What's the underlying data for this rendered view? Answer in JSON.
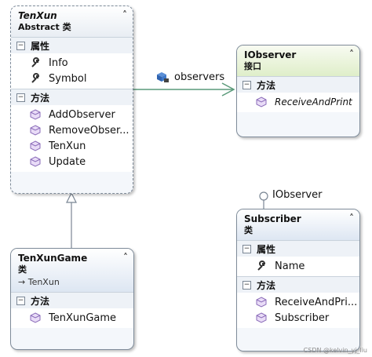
{
  "tenxun": {
    "title": "TenXun",
    "kind": "Abstract 类",
    "sections": {
      "props": "属性",
      "methods": "方法"
    },
    "props": [
      "Info",
      "Symbol"
    ],
    "methods": [
      "AddObserver",
      "RemoveObser...",
      "TenXun",
      "Update"
    ]
  },
  "iobserver": {
    "title": "IObserver",
    "kind": "接口",
    "methods_label": "方法",
    "methods": [
      "ReceiveAndPrint"
    ]
  },
  "tenxungame": {
    "title": "TenXunGame",
    "kind": "类",
    "base": "TenXun",
    "methods_label": "方法",
    "methods": [
      "TenXunGame"
    ]
  },
  "subscriber": {
    "title": "Subscriber",
    "kind": "类",
    "props_label": "属性",
    "props": [
      "Name"
    ],
    "methods_label": "方法",
    "methods": [
      "ReceiveAndPri...",
      "Subscriber"
    ],
    "lollipop": "IObserver"
  },
  "association": {
    "label": "observers"
  },
  "watermark": "CSDN @kelvin_yj_liu",
  "icons": {
    "property": "wrench-icon",
    "method": "cube-method-icon",
    "collapse": "double-chevron-up-icon",
    "inherit_arrow": "right-arrow-icon",
    "association": "association-icon"
  },
  "colors": {
    "border": "#7f8c9a",
    "method": "#8a6bb8",
    "line": "#5a9a7a"
  }
}
